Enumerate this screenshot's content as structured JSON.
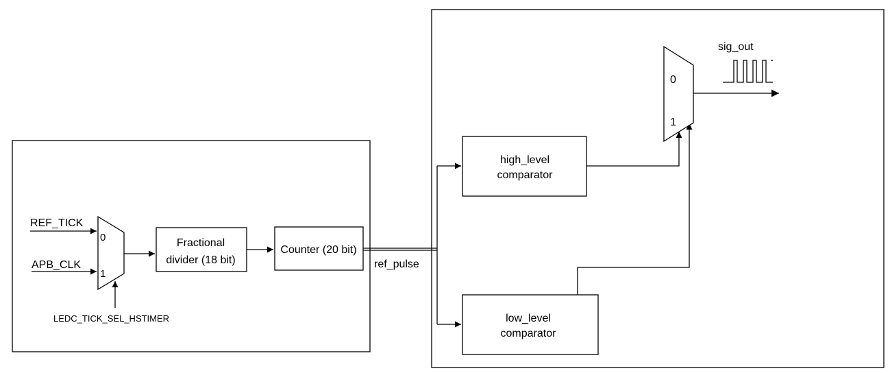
{
  "timer_block": {
    "inputs": {
      "ref_tick": "REF_TICK",
      "apb_clk": "APB_CLK"
    },
    "mux": {
      "input0": "0",
      "input1": "1",
      "select": "LEDC_TICK_SEL_HSTIMER"
    },
    "divider": {
      "line1": "Fractional",
      "line2": "divider (18 bit)"
    },
    "counter": {
      "label": "Counter (20 bit)"
    }
  },
  "link": {
    "ref_pulse": "ref_pulse"
  },
  "channel_block": {
    "high_comparator": {
      "line1": "high_level",
      "line2": "comparator"
    },
    "low_comparator": {
      "line1": "low_level",
      "line2": "comparator"
    },
    "mux": {
      "input0": "0",
      "input1": "1"
    },
    "output": {
      "label": "sig_out"
    }
  }
}
